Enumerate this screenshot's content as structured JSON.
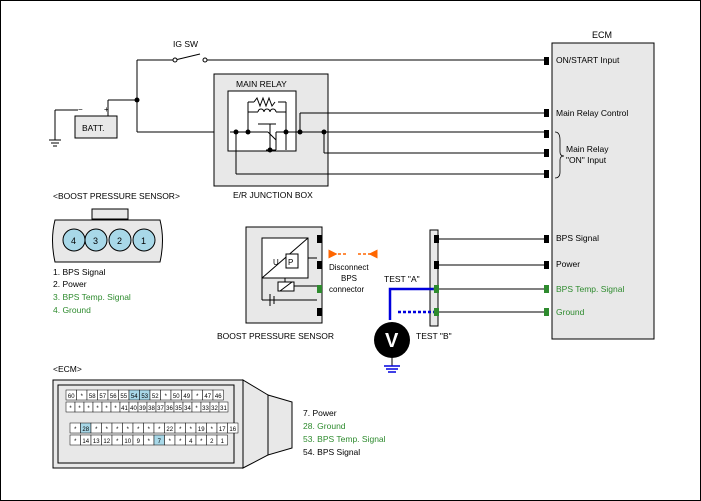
{
  "colors": {
    "line": "#000000",
    "green_text": "#2e8b2e",
    "blue_wire": "#0000dd",
    "orange_arrow": "#ff6600",
    "box_fill": "#e8e8e8",
    "pin_highlight": "#a8d8e8"
  },
  "ecm": {
    "title": "ECM",
    "pins": [
      {
        "label": "ON/START Input",
        "green": false
      },
      {
        "label": "Main Relay Control",
        "green": false
      },
      {
        "label": "Main Relay",
        "green": false
      },
      {
        "label": "\"ON\" Input",
        "green": false
      },
      {
        "label": "BPS Signal",
        "green": false
      },
      {
        "label": "Power",
        "green": false
      },
      {
        "label": "BPS Temp. Signal",
        "green": true
      },
      {
        "label": "Ground",
        "green": true
      }
    ]
  },
  "ig_sw": "IG SW",
  "battery": "BATT.",
  "main_relay": "MAIN RELAY",
  "junction_box": "E/R JUNCTION BOX",
  "sensor_section": {
    "title": "<BOOST PRESSURE SENSOR>",
    "pin_numbers": [
      "4",
      "3",
      "2",
      "1"
    ],
    "pins": [
      {
        "text": "1. BPS Signal",
        "green": false
      },
      {
        "text": "2. Power",
        "green": false
      },
      {
        "text": "3. BPS Temp. Signal",
        "green": true
      },
      {
        "text": "4. Ground",
        "green": true
      }
    ]
  },
  "bps_box": {
    "caption": "BOOST PRESSURE SENSOR",
    "u": "U",
    "p": "P"
  },
  "disconnect": [
    "Disconnect",
    "BPS",
    "connector"
  ],
  "test_a": "TEST \"A\"",
  "test_b": "TEST \"B\"",
  "voltmeter": "V",
  "ecm_connector": {
    "title": "<ECM>",
    "row1": [
      "60",
      "*",
      "58",
      "57",
      "56",
      "55",
      "54",
      "53",
      "52",
      "*",
      "50",
      "49",
      "*",
      "47",
      "46"
    ],
    "row2": [
      "*",
      "*",
      "*",
      "*",
      "*",
      "*",
      "41",
      "40",
      "39",
      "38",
      "37",
      "36",
      "35",
      "34",
      "*",
      "33",
      "32",
      "31"
    ],
    "row3": [
      "*",
      "28",
      "*",
      "*",
      "*",
      "*",
      "*",
      "*",
      "*",
      "22",
      "*",
      "*",
      "19",
      "*",
      "17",
      "16"
    ],
    "row4": [
      "*",
      "14",
      "13",
      "12",
      "*",
      "10",
      "9",
      "*",
      "7",
      "*",
      "*",
      "4",
      "*",
      "2",
      "1"
    ],
    "highlighted": [
      "54",
      "53",
      "28",
      "7"
    ],
    "pins": [
      {
        "text": "7. Power",
        "green": false
      },
      {
        "text": "28. Ground",
        "green": true
      },
      {
        "text": "53. BPS Temp. Signal",
        "green": true
      },
      {
        "text": "54. BPS Signal",
        "green": false
      }
    ]
  }
}
